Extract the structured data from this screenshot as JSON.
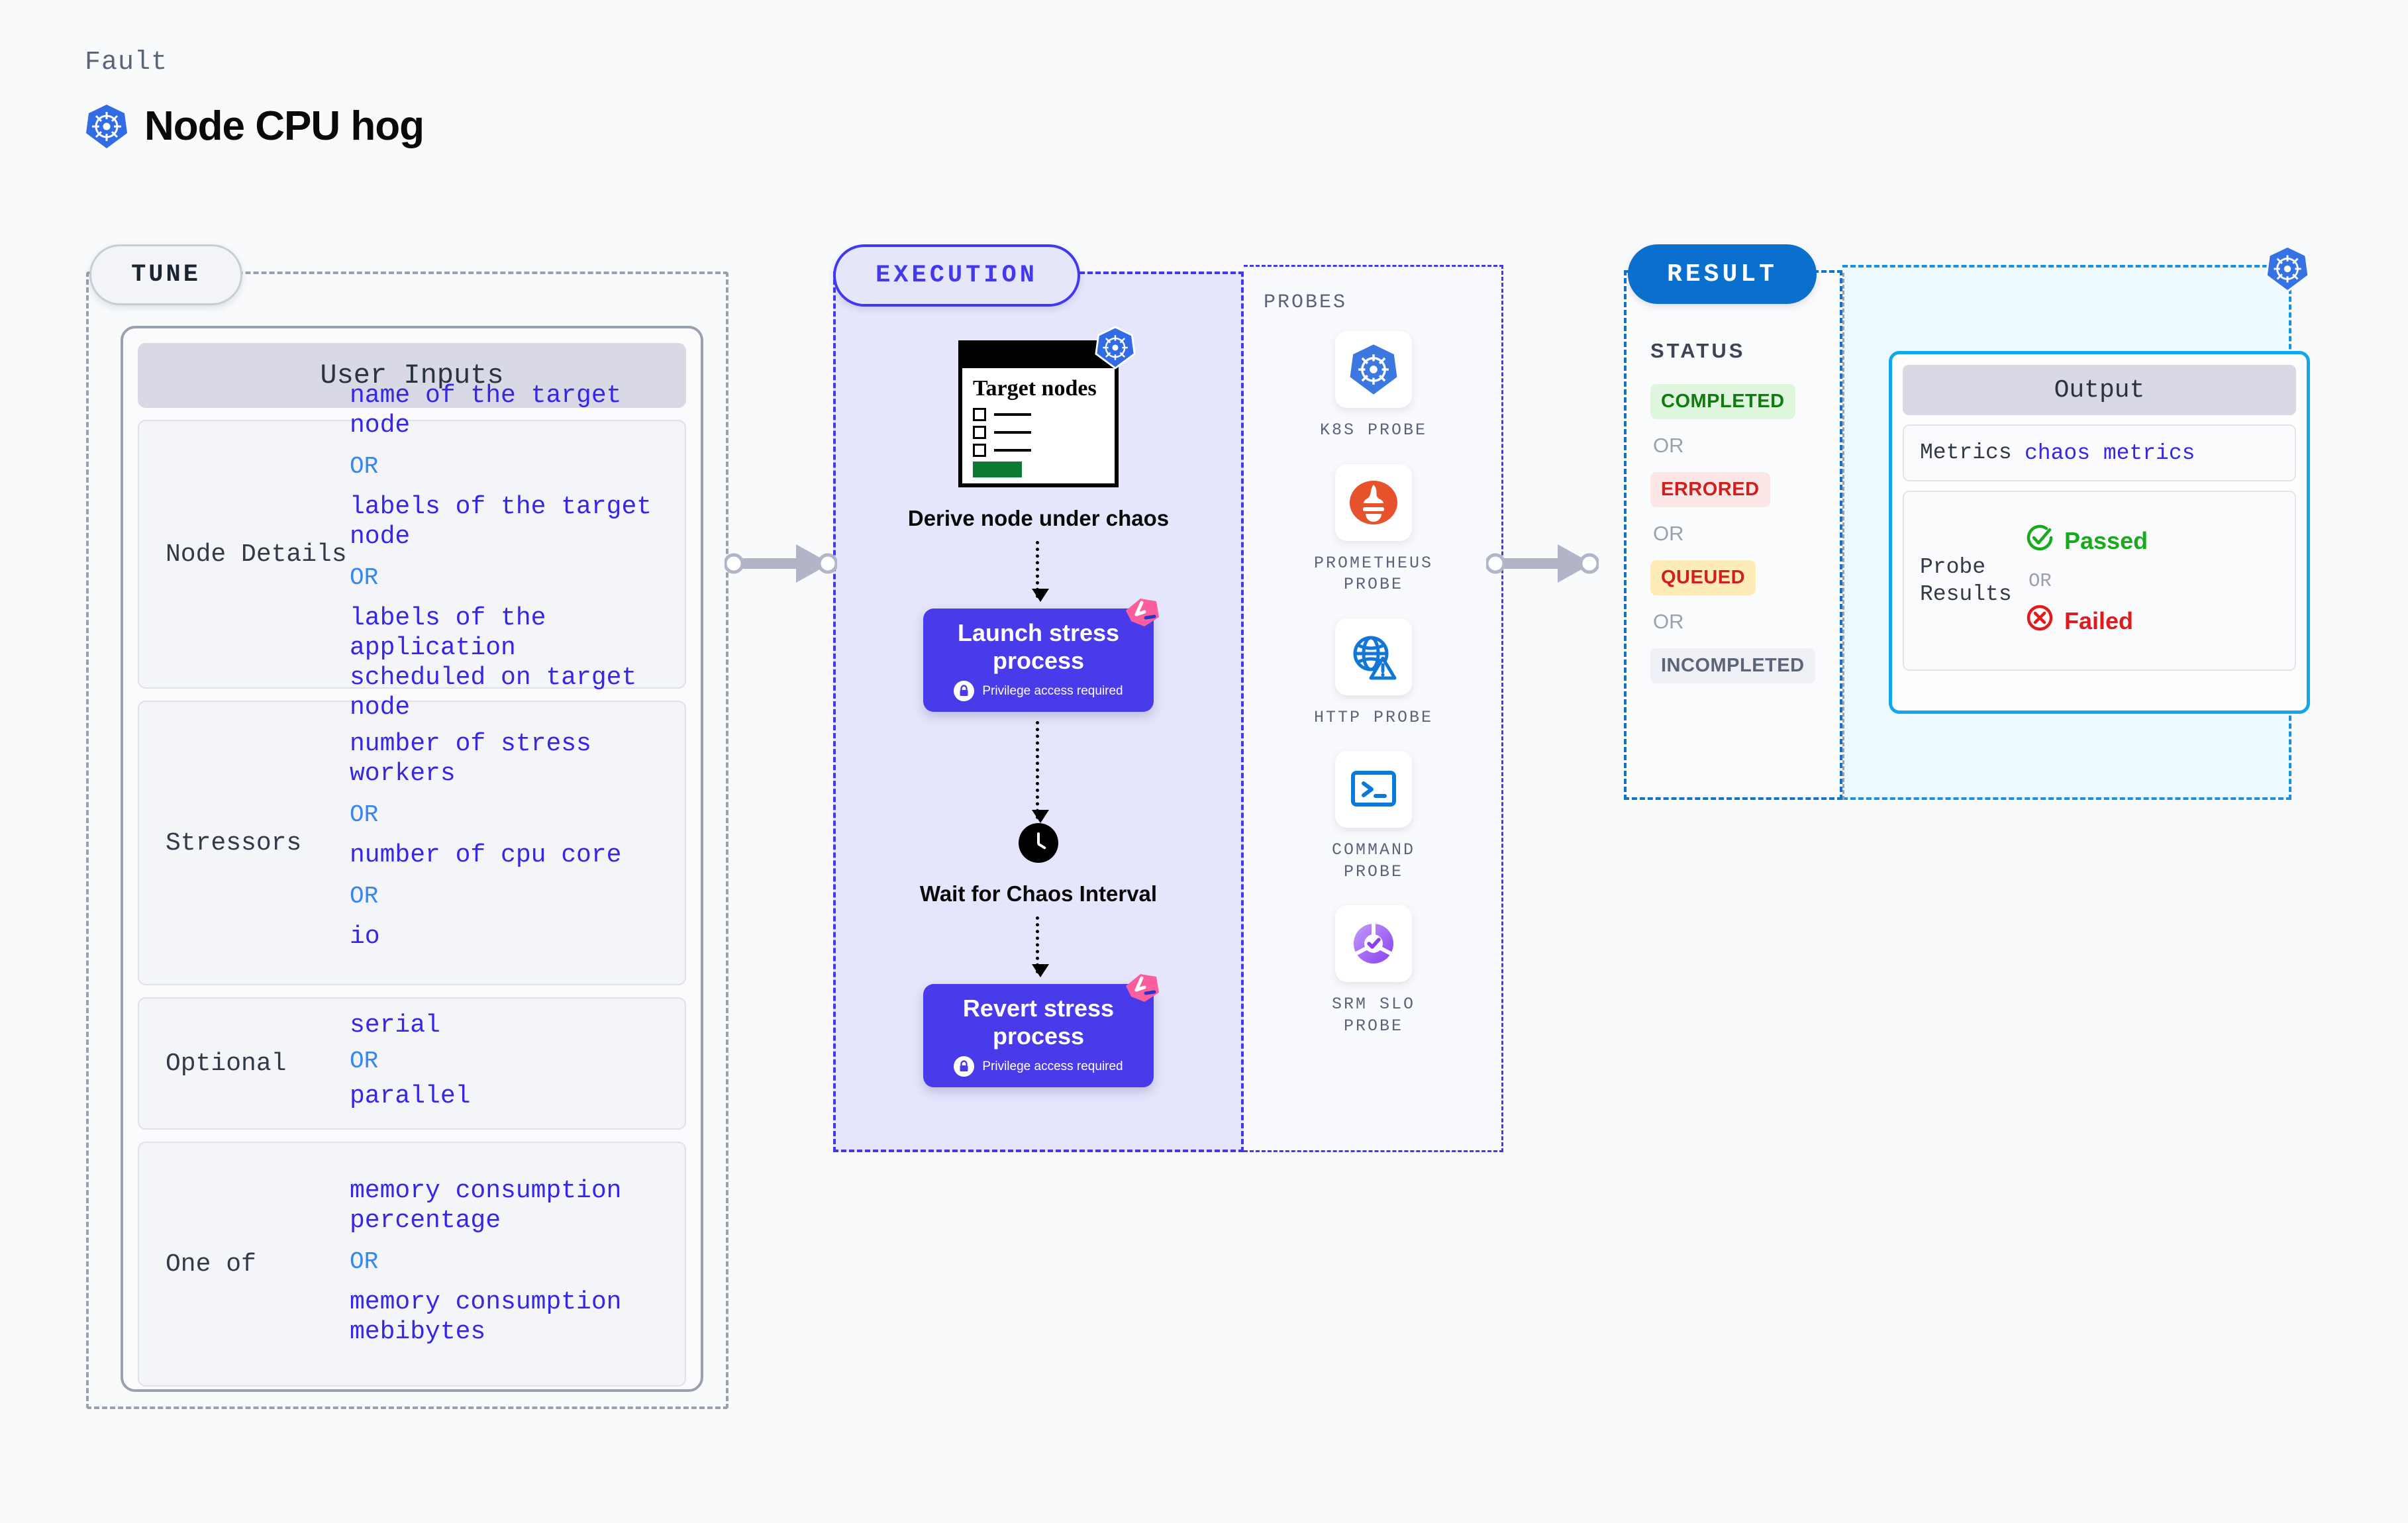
{
  "header": {
    "eyebrow": "Fault",
    "title": "Node CPU hog",
    "icon": "kubernetes-icon"
  },
  "sections": {
    "tune": {
      "label": "TUNE"
    },
    "execution": {
      "label": "EXECUTION"
    },
    "result": {
      "label": "RESULT"
    },
    "probes": {
      "label": "PROBES"
    }
  },
  "tune": {
    "card_title": "User Inputs",
    "rows": [
      {
        "label": "Node Details",
        "values": [
          "name of the target node",
          "labels of the target node",
          "labels of the application\n scheduled on target node"
        ],
        "or": "OR"
      },
      {
        "label": "Stressors",
        "values": [
          "number of stress workers",
          "number of cpu core",
          "io"
        ],
        "or": "OR"
      },
      {
        "label": "Optional",
        "values": [
          "serial",
          "parallel"
        ],
        "or": "OR"
      },
      {
        "label": "One of",
        "values": [
          "memory consumption percentage",
          "memory consumption mebibytes"
        ],
        "or": "OR"
      }
    ]
  },
  "execution": {
    "target_nodes_title": "Target nodes",
    "steps": [
      {
        "caption": "Derive node under chaos",
        "kind": "card"
      },
      {
        "caption": "Launch stress process",
        "note": "Privilege access required",
        "kind": "action"
      },
      {
        "caption": "Wait for Chaos Interval",
        "kind": "wait"
      },
      {
        "caption": "Revert stress process",
        "note": "Privilege access required",
        "kind": "action"
      }
    ]
  },
  "probes": [
    {
      "label": "K8S PROBE",
      "icon": "kubernetes-icon"
    },
    {
      "label": "PROMETHEUS PROBE",
      "icon": "prometheus-icon"
    },
    {
      "label": "HTTP PROBE",
      "icon": "globe-warning-icon"
    },
    {
      "label": "COMMAND PROBE",
      "icon": "terminal-icon"
    },
    {
      "label": "SRM SLO PROBE",
      "icon": "slo-gauge-icon"
    }
  ],
  "result": {
    "status_title": "STATUS",
    "or": "OR",
    "statuses": [
      {
        "label": "COMPLETED",
        "tone": "success"
      },
      {
        "label": "ERRORED",
        "tone": "error"
      },
      {
        "label": "QUEUED",
        "tone": "warning"
      },
      {
        "label": "INCOMPLETED",
        "tone": "neutral"
      }
    ]
  },
  "output": {
    "card_title": "Output",
    "metrics_label": "Metrics",
    "metrics_value": "chaos metrics",
    "probe_results_label": "Probe Results",
    "passed_label": "Passed",
    "failed_label": "Failed",
    "or": "OR"
  },
  "colors": {
    "background": "#f8fafc",
    "execution_purple": "#4338ef",
    "execution_fill": "#e5e6fb",
    "action_box": "#4a3bea",
    "result_blue": "#0b6fce",
    "output_border": "#12a7e8",
    "value_blue": "#3526e8",
    "or_blue": "#3a86ef",
    "k8s_blue": "#326ce5",
    "muted": "#5b6478",
    "success": "#117a11",
    "error": "#cf1f1f",
    "warning_bg": "#fdecb8",
    "ribbon_pink": "#fb5e9e"
  }
}
